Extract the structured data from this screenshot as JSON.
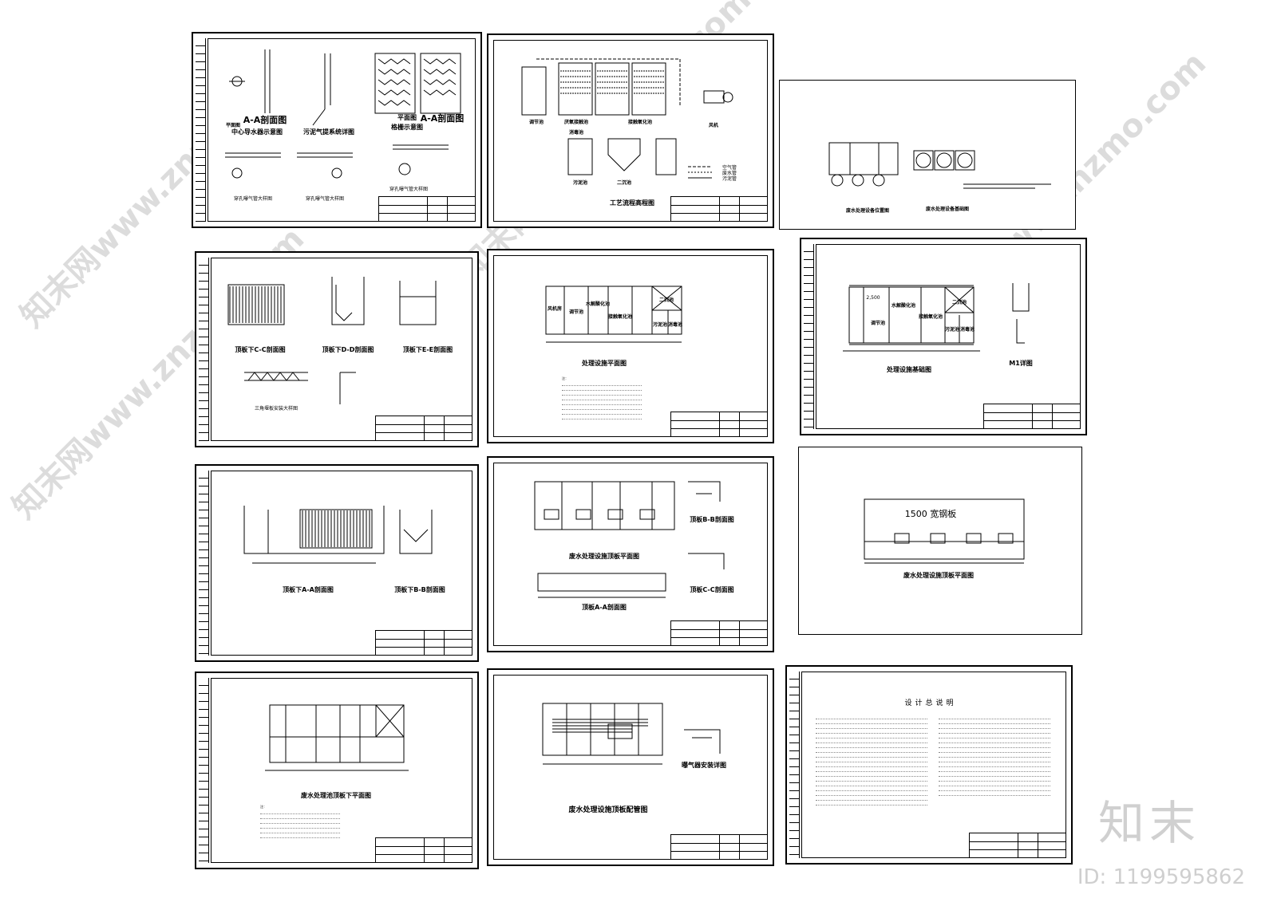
{
  "sheets": {
    "s1": {
      "captions": [
        "A-A剖面图",
        "中心导水器示意图",
        "污泥气提系统详图",
        "格栅示意图",
        "平面图",
        "平面图",
        "A-A剖面图"
      ],
      "small": [
        "穿孔曝气管大样图",
        "穿孔曝气管大样图",
        "穿孔曝气管大样图"
      ]
    },
    "s2": {
      "captions": [
        "工艺流程高程图",
        "调节池",
        "厌氧接触池",
        "接触氧化池",
        "风机",
        "污泥池",
        "二沉池",
        "消毒池"
      ],
      "legend": [
        "空气管",
        "废水管",
        "污泥管"
      ]
    },
    "s3": {
      "captions": [
        "废水处理设备位置图",
        "废水处理设备基础图"
      ]
    },
    "s4": {
      "captions": [
        "顶板下C-C剖面图",
        "顶板下D-D剖面图",
        "顶板下E-E剖面图",
        "三角堰板安装大样图"
      ]
    },
    "s5": {
      "captions": [
        "处理设施平面图",
        "风机房",
        "调节池",
        "水解酸化池",
        "接触氧化池",
        "污泥池",
        "消毒池",
        "二沉池"
      ],
      "notes_title": "注："
    },
    "s6": {
      "captions": [
        "处理设施基础图",
        "M1详图",
        "调节池",
        "水解酸化池",
        "接触氧化池",
        "污泥池",
        "消毒池",
        "二沉池"
      ],
      "dim": "2,500"
    },
    "s7": {
      "captions": [
        "顶板下A-A剖面图",
        "顶板下B-B剖面图"
      ]
    },
    "s8": {
      "captions": [
        "废水处理设施顶板平面图",
        "顶板A-A剖面图",
        "顶板B-B剖面图",
        "顶板C-C剖面图"
      ]
    },
    "s9": {
      "captions": [
        "废水处理设施顶板平面图"
      ],
      "label": "1500 宽钢板"
    },
    "s10": {
      "captions": [
        "废水处理池顶板下平面图"
      ],
      "notes_title": "注："
    },
    "s11": {
      "captions": [
        "废水处理设施顶板配管图",
        "曝气器安装详图"
      ]
    },
    "s12": {
      "captions": [
        "设计总说明"
      ]
    }
  },
  "watermark": {
    "text": "知末网www.znzmo.com",
    "logo": "知末",
    "id": "ID: 1199595862"
  }
}
